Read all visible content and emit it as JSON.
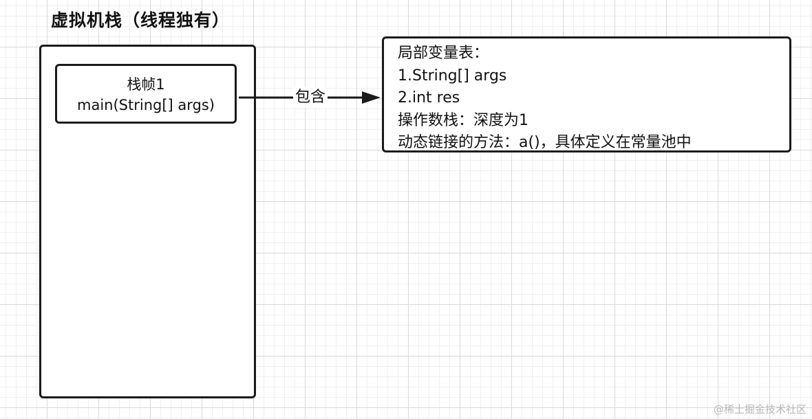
{
  "diagram": {
    "title": "虚拟机栈（线程独有）",
    "frame": {
      "line1": "栈帧1",
      "line2": "main(String[] args)"
    },
    "connector_label": "包含",
    "details": [
      "局部变量表：",
      "1.String[] args",
      "2.int res",
      "操作数栈：深度为1",
      "动态链接的方法：a()，具体定义在常量池中"
    ]
  },
  "watermark": "@稀土掘金技术社区",
  "colors": {
    "stroke": "#1a1a1a",
    "grid": "#d9d9d9",
    "background": "#ffffff"
  }
}
